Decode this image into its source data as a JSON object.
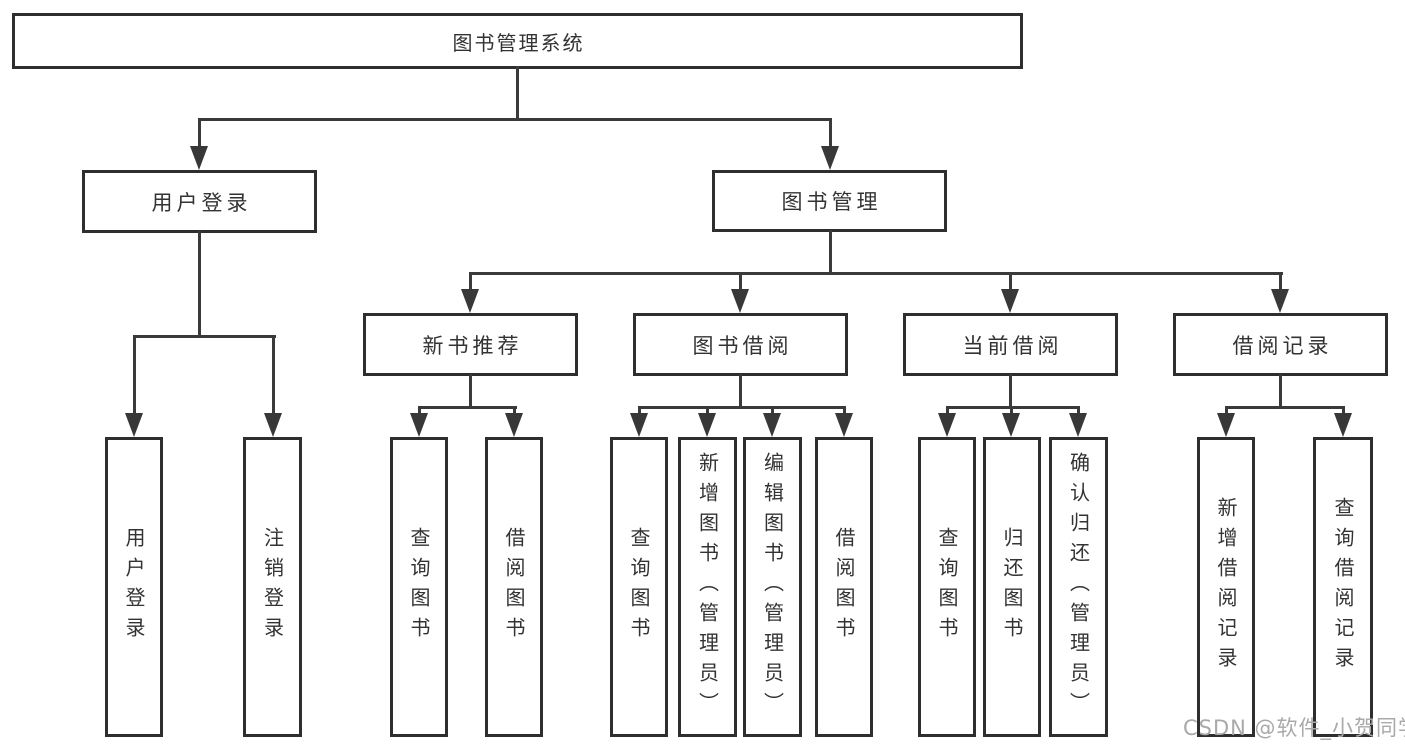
{
  "tree": {
    "label": "图书管理系统",
    "children": [
      {
        "label": "用户登录",
        "children": [
          {
            "label": "用户登录"
          },
          {
            "label": "注销登录"
          }
        ]
      },
      {
        "label": "图书管理",
        "children": [
          {
            "label": "新书推荐",
            "children": [
              {
                "label": "查询图书"
              },
              {
                "label": "借阅图书"
              }
            ]
          },
          {
            "label": "图书借阅",
            "children": [
              {
                "label": "查询图书"
              },
              {
                "label": "新增图书（管理员）"
              },
              {
                "label": "编辑图书（管理员）"
              },
              {
                "label": "借阅图书"
              }
            ]
          },
          {
            "label": "当前借阅",
            "children": [
              {
                "label": "查询图书"
              },
              {
                "label": "归还图书"
              },
              {
                "label": "确认归还（管理员）"
              }
            ]
          },
          {
            "label": "借阅记录",
            "children": [
              {
                "label": "新增借阅记录"
              },
              {
                "label": "查询借阅记录"
              }
            ]
          }
        ]
      }
    ]
  },
  "watermark": "CSDN @软件_小贺同学",
  "colors": {
    "line": "#3a3a3a",
    "box_border": "#2e2e2e",
    "text": "#333333",
    "watermark_text": "#a9a9a9",
    "background": "#ffffff"
  }
}
